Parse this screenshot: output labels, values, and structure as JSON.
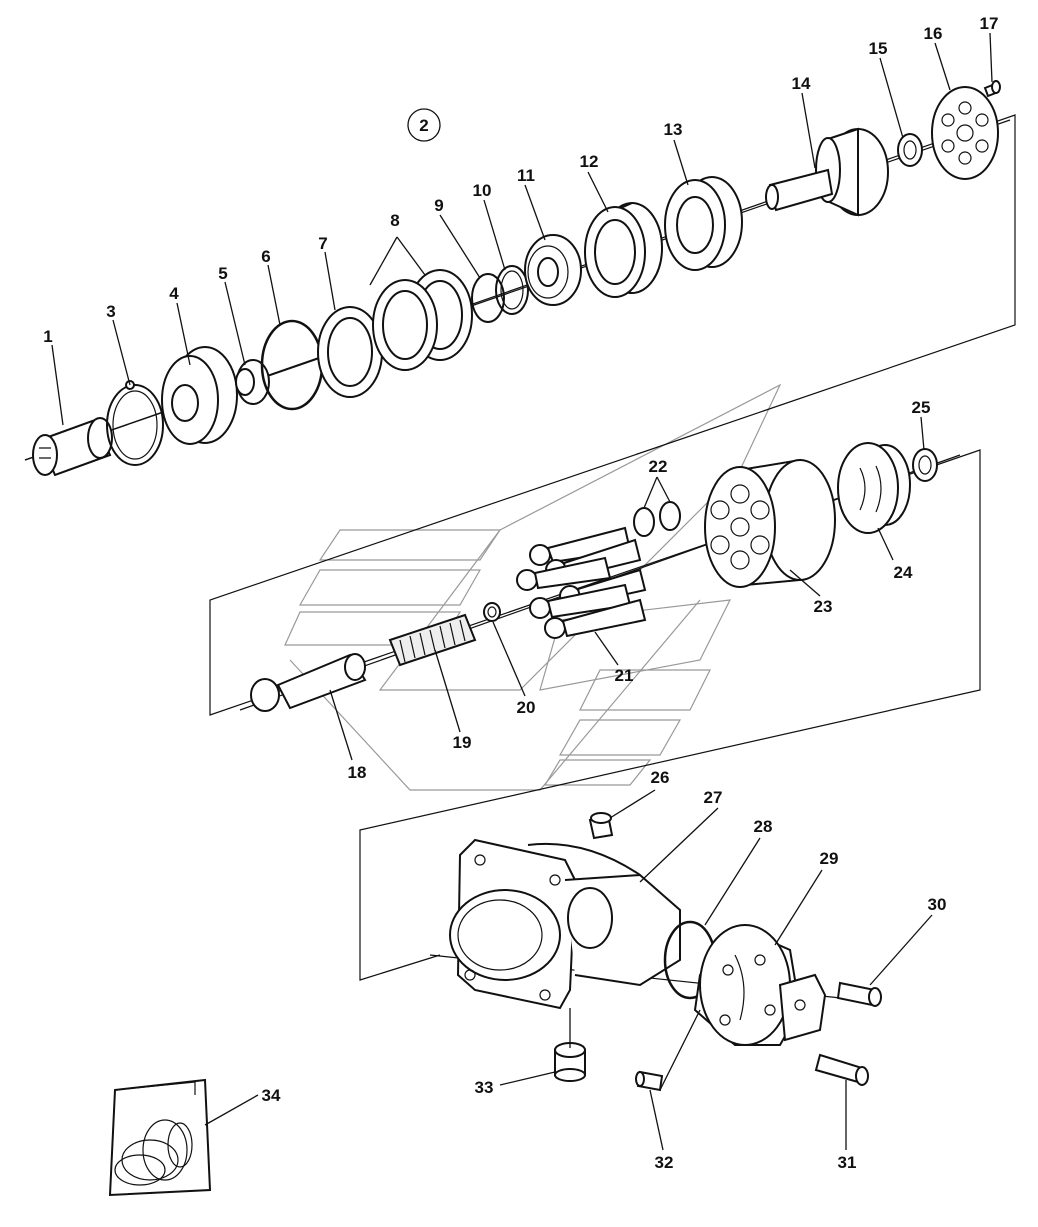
{
  "group_marker": "2",
  "labels": {
    "p1": "1",
    "p2": "2",
    "p3": "3",
    "p4": "4",
    "p5": "5",
    "p6": "6",
    "p7": "7",
    "p8": "8",
    "p9": "9",
    "p10": "10",
    "p11": "11",
    "p12": "12",
    "p13": "13",
    "p14": "14",
    "p15": "15",
    "p16": "16",
    "p17": "17",
    "p18": "18",
    "p19": "19",
    "p20": "20",
    "p21": "21",
    "p22": "22",
    "p23": "23",
    "p24": "24",
    "p25": "25",
    "p26": "26",
    "p27": "27",
    "p28": "28",
    "p29": "29",
    "p30": "30",
    "p31": "31",
    "p32": "32",
    "p33": "33",
    "p34": "34"
  }
}
